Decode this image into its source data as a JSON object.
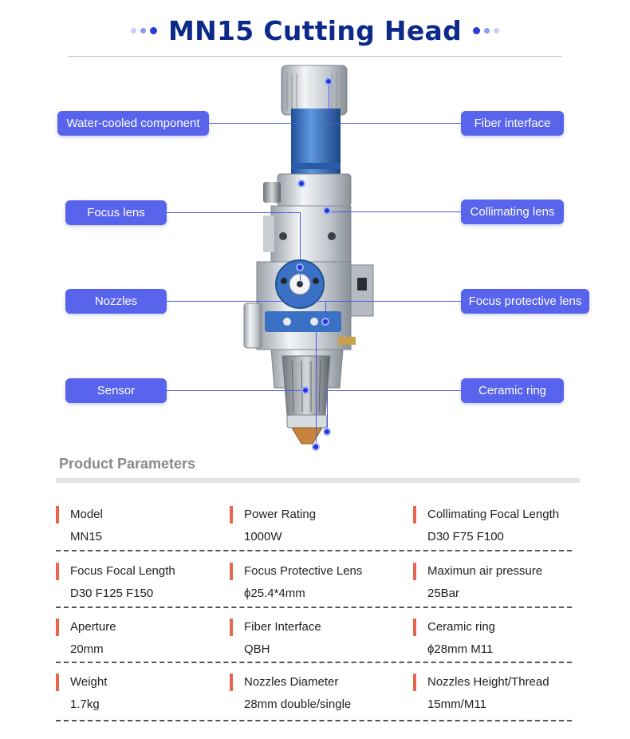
{
  "header": {
    "title": "MN15 Cutting Head"
  },
  "diagram": {
    "labels_left": [
      {
        "text": "Water-cooled component"
      },
      {
        "text": "Focus lens"
      },
      {
        "text": "Nozzles"
      },
      {
        "text": "Sensor"
      }
    ],
    "labels_right": [
      {
        "text": "Fiber interface"
      },
      {
        "text": "Collimating lens"
      },
      {
        "text": "Focus protective lens"
      },
      {
        "text": "Ceramic ring"
      }
    ],
    "accent_color": "#5864ec",
    "metal_blue": "#2f6fc4"
  },
  "params": {
    "title": "Product Parameters",
    "bar_color": "#e8664d",
    "rows": [
      [
        {
          "label": "Model",
          "value": "MN15"
        },
        {
          "label": "Power Rating",
          "value": "1000W"
        },
        {
          "label": "Collimating Focal Length",
          "value": "D30 F75 F100"
        }
      ],
      [
        {
          "label": "Focus Focal Length",
          "value": "D30 F125 F150"
        },
        {
          "label": "Focus Protective Lens",
          "value": "ϕ25.4*4mm"
        },
        {
          "label": "Maximun air pressure",
          "value": "25Bar"
        }
      ],
      [
        {
          "label": "Aperture",
          "value": "20mm"
        },
        {
          "label": "Fiber Interface",
          "value": "QBH"
        },
        {
          "label": "Ceramic ring",
          "value": "ϕ28mm M11"
        }
      ],
      [
        {
          "label": "Weight",
          "value": "1.7kg"
        },
        {
          "label": "Nozzles Diameter",
          "value": "28mm double/single"
        },
        {
          "label": "Nozzles Height/Thread",
          "value": "15mm/M11"
        }
      ]
    ]
  }
}
